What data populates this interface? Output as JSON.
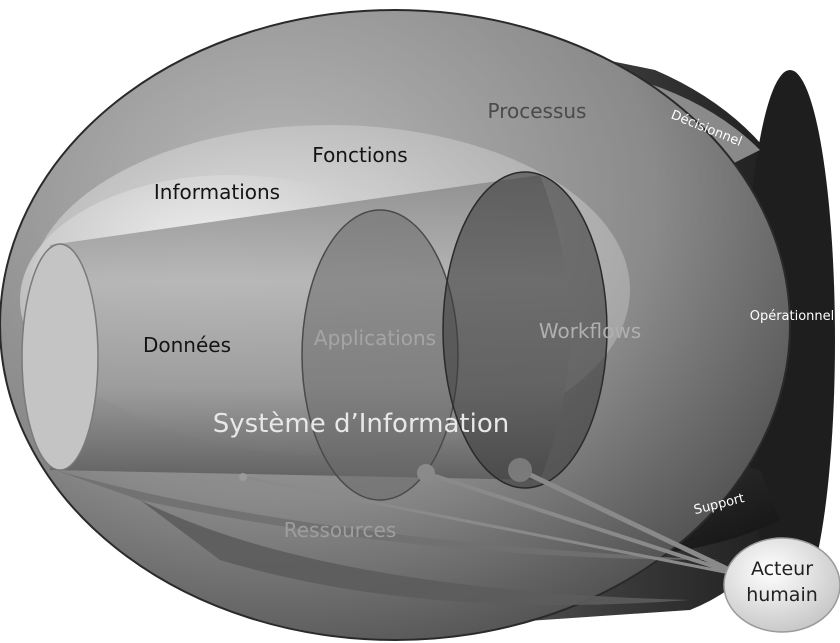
{
  "labels": {
    "processus": "Processus",
    "fonctions": "Fonctions",
    "informations": "Informations",
    "donnees": "Données",
    "applications": "Applications",
    "workflows": "Workflows",
    "systeme": "Système d’Information",
    "ressources": "Ressources",
    "decisionnel": "Décisionnel",
    "operationnel": "Opérationnel",
    "support": "Support",
    "acteur_line1": "Acteur",
    "acteur_line2": "humain"
  },
  "colors": {
    "outer_dark": "#2e2e2e",
    "shell_mid": "#6f6f6f",
    "shell_light": "#cfcfcf",
    "label_dark": "#141414",
    "label_faded": "#9a9a9a",
    "label_white": "#ffffff",
    "bubble_fill": "#e6e6e6"
  }
}
